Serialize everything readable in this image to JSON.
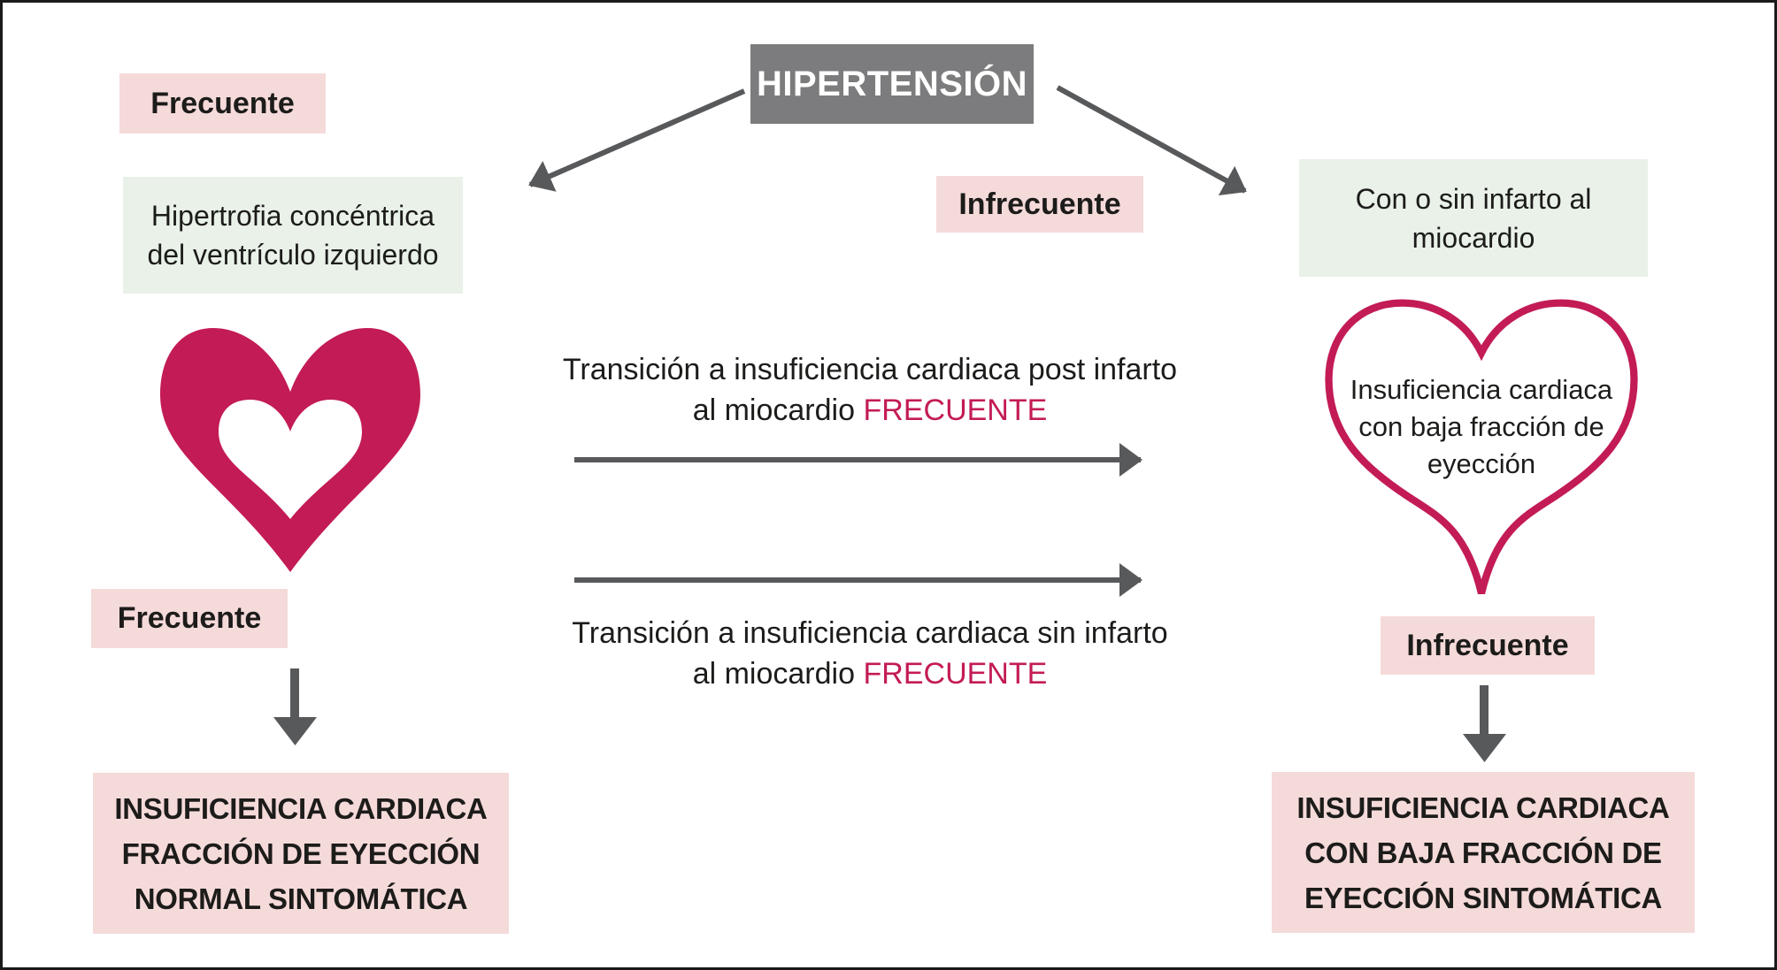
{
  "palette": {
    "crimson": "#c31b56",
    "pink_box": "#f5dada",
    "green_box": "#e9f1e9",
    "gray_box": "#7c7c7e",
    "arrow_gray": "#58595b",
    "text": "#1c1c1a"
  },
  "root": {
    "title": "HIPERTENSIÓN"
  },
  "left_branch": {
    "frequency_top": "Frecuente",
    "condition": {
      "line1": "Hipertrofia concéntrica",
      "line2": "del ventrículo izquierdo"
    },
    "heart_icon": "concentric-hypertrophy-heart",
    "frequency_bottom": "Frecuente",
    "outcome": {
      "line1": "INSUFICIENCIA CARDIACA",
      "line2": "FRACCIÓN DE EYECCIÓN",
      "line3": "NORMAL SINTOMÁTICA"
    }
  },
  "right_branch": {
    "frequency_top": "Infrecuente",
    "condition": {
      "line1": "Con o sin infarto al",
      "line2": "miocardio"
    },
    "heart_icon": "dilated-low-ejection-fraction-heart",
    "heart_text": {
      "line1": "Insuficiencia cardiaca",
      "line2": "con baja fracción de",
      "line3": "eyección"
    },
    "frequency_bottom": "Infrecuente",
    "outcome": {
      "line1": "INSUFICIENCIA CARDIACA",
      "line2": "CON BAJA FRACCIÓN DE",
      "line3": "EYECCIÓN SINTOMÁTICA"
    }
  },
  "transitions": {
    "post_infarction": {
      "line1": "Transición a insuficiencia cardiaca post infarto",
      "line2_prefix": "al miocardio",
      "highlight": "FRECUENTE"
    },
    "no_infarction": {
      "line1": "Transición a insuficiencia cardiaca sin infarto",
      "line2_prefix": "al miocardio",
      "highlight": "FRECUENTE"
    }
  }
}
